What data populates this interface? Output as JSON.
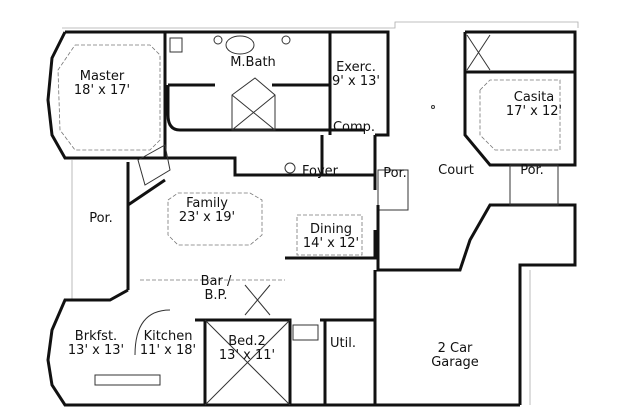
{
  "rooms": {
    "master": {
      "name": "Master",
      "size": "18' x 17'"
    },
    "mbath": {
      "name": "M.Bath"
    },
    "exerc": {
      "name": "Exerc.",
      "size": "9' x 13'"
    },
    "comp": {
      "name": "Comp."
    },
    "casita": {
      "name": "Casita",
      "size": "17' x 12'"
    },
    "foyer": {
      "name": "Foyer"
    },
    "porch_front": {
      "name": "Por."
    },
    "court": {
      "name": "Court"
    },
    "porch_casita": {
      "name": "Por."
    },
    "porch_left": {
      "name": "Por."
    },
    "family": {
      "name": "Family",
      "size": "23' x 19'"
    },
    "dining": {
      "name": "Dining",
      "size": "14' x 12'"
    },
    "bar": {
      "name": "Bar /",
      "name2": "B.P."
    },
    "brkfst": {
      "name": "Brkfst.",
      "size": "13' x 13'"
    },
    "kitchen": {
      "name": "Kitchen",
      "size": "11' x 18'"
    },
    "bed2": {
      "name": "Bed.2",
      "size": "13' x 11'"
    },
    "util": {
      "name": "Util."
    },
    "garage": {
      "name": "2 Car",
      "name2": "Garage"
    }
  }
}
